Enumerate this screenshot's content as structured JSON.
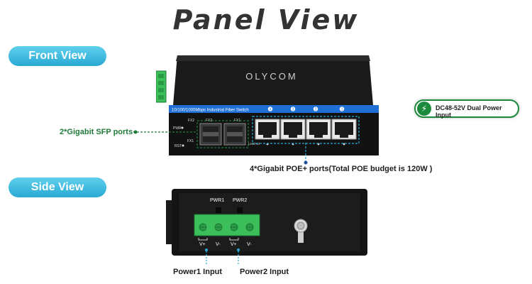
{
  "title": "Panel View",
  "sections": {
    "front": "Front View",
    "side": "Side View"
  },
  "device": {
    "brand": "OLYCOM",
    "strip_label": "10/100/1000Mbps Industrial Fiber Switch",
    "port_numbers": [
      "4",
      "3",
      "2",
      "1"
    ],
    "fx_labels": [
      "FX1",
      "FX2"
    ],
    "fx_small": [
      "FX2",
      "FX1"
    ],
    "pwr_led": "PWR",
    "rst": "RST",
    "pwr_labels": [
      "PWR1",
      "PWR2"
    ],
    "terminal_labels": [
      "V+",
      "V-",
      "V+",
      "V-"
    ],
    "link_act": "Link/Act"
  },
  "callouts": {
    "sfp": "2*Gigabit SFP ports",
    "poe": "4*Gigabit POE+ ports(Total POE budget is 120W )",
    "power": "DC48-52V Dual Power Input",
    "power1": "Power1 Input",
    "power2": "Power2 Input"
  },
  "colors": {
    "accent_blue": "#2aa9d4",
    "power_green": "#1c8a3c",
    "callout_green": "#1f7a3a",
    "strip_blue": "#1e6fd6",
    "terminal_green": "#3cbf5a"
  },
  "icons": {
    "power": "lightning-bolt-icon",
    "ground": "ground-screw-icon"
  }
}
